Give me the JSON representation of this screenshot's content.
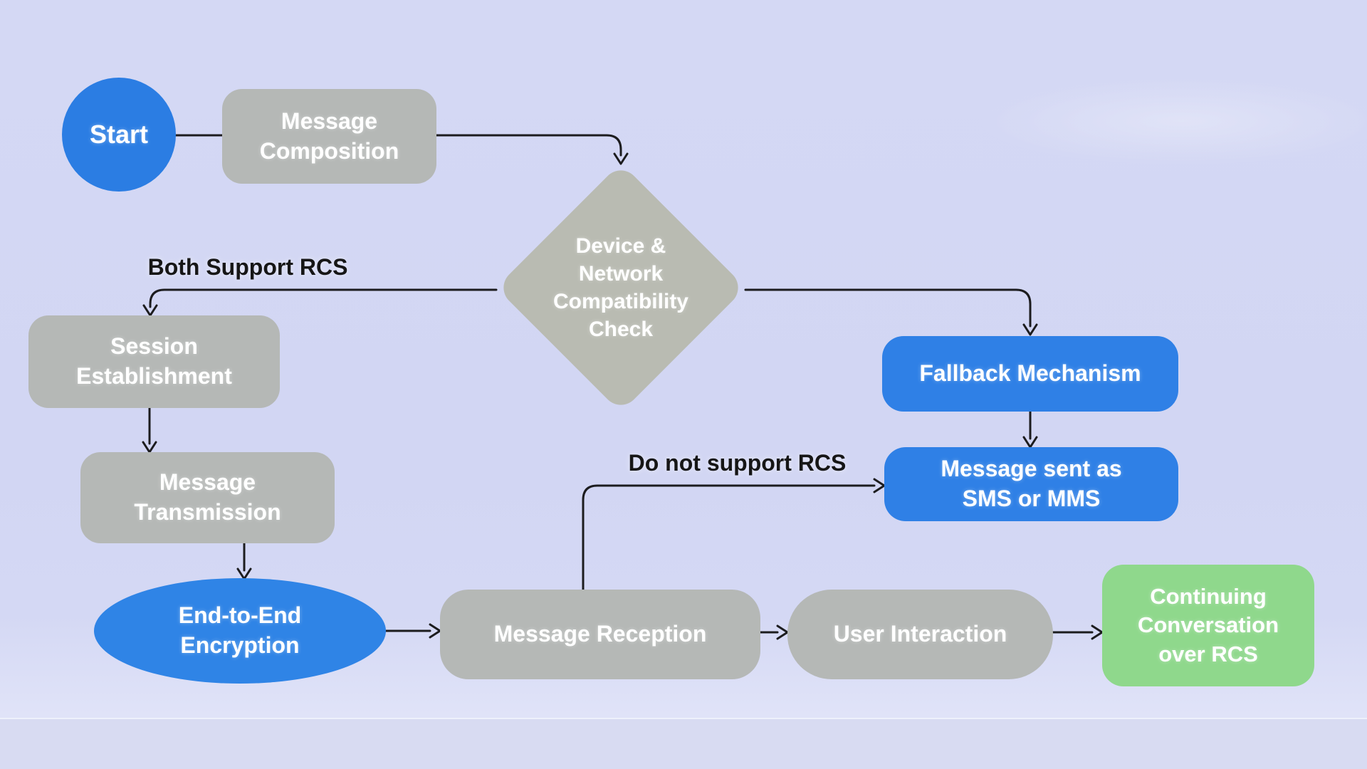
{
  "diagram_type": "flowchart",
  "colors": {
    "background": "#d2d6f2",
    "node_gray": "#b5b8b6",
    "node_blue": "#2f80e6",
    "node_green": "#8fd88c",
    "connector": "#1c1c1e",
    "node_text": "#ffffff",
    "edge_label_text": "#161616"
  },
  "nodes": {
    "start": {
      "label": "Start",
      "shape": "circle",
      "color": "#2b7de3"
    },
    "message_composition": {
      "label": "Message\nComposition",
      "shape": "rounded-rect",
      "color": "#b5b8b6"
    },
    "compatibility_check": {
      "label": "Device &\nNetwork\nCompatibility\nCheck",
      "shape": "diamond",
      "color": "#b9bbb2"
    },
    "session_establishment": {
      "label": "Session\nEstablishment",
      "shape": "rounded-rect",
      "color": "#b5b8b6"
    },
    "message_transmission": {
      "label": "Message\nTransmission",
      "shape": "rounded-rect",
      "color": "#b5b8b6"
    },
    "end_to_end_encryption": {
      "label": "End-to-End\nEncryption",
      "shape": "ellipse",
      "color": "#2f84e6"
    },
    "message_reception": {
      "label": "Message Reception",
      "shape": "rounded-rect",
      "color": "#b5b8b6"
    },
    "user_interaction": {
      "label": "User Interaction",
      "shape": "rounded-rect",
      "color": "#b5b8b6"
    },
    "fallback_mechanism": {
      "label": "Fallback Mechanism",
      "shape": "rounded-rect",
      "color": "#2f80e6"
    },
    "sms_fallback": {
      "label": "Message sent as\nSMS or MMS",
      "shape": "rounded-rect",
      "color": "#2f80e6"
    },
    "continuing_conversation": {
      "label": "Continuing\nConversation\nover RCS",
      "shape": "rounded-rect",
      "color": "#8fd88c"
    }
  },
  "edge_labels": {
    "both_support": "Both Support RCS",
    "no_support": "Do not support RCS"
  },
  "edges": [
    {
      "from": "start",
      "to": "message_composition",
      "label": ""
    },
    {
      "from": "message_composition",
      "to": "compatibility_check",
      "label": ""
    },
    {
      "from": "compatibility_check",
      "to": "session_establishment",
      "label": "Both Support RCS"
    },
    {
      "from": "session_establishment",
      "to": "message_transmission",
      "label": ""
    },
    {
      "from": "message_transmission",
      "to": "end_to_end_encryption",
      "label": ""
    },
    {
      "from": "end_to_end_encryption",
      "to": "message_reception",
      "label": ""
    },
    {
      "from": "message_reception",
      "to": "user_interaction",
      "label": ""
    },
    {
      "from": "user_interaction",
      "to": "continuing_conversation",
      "label": ""
    },
    {
      "from": "compatibility_check",
      "to": "fallback_mechanism",
      "label": ""
    },
    {
      "from": "fallback_mechanism",
      "to": "sms_fallback",
      "label": ""
    },
    {
      "from": "message_reception",
      "to": "sms_fallback",
      "label": "Do not support RCS"
    }
  ]
}
